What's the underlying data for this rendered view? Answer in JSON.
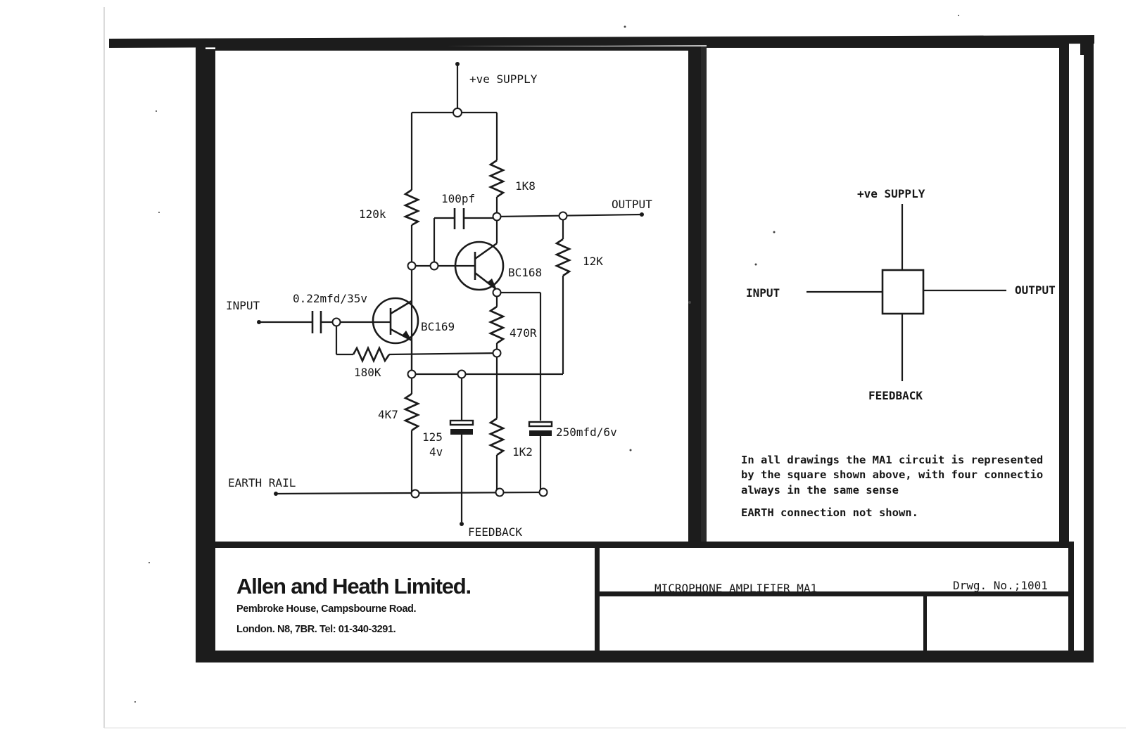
{
  "sheet": {
    "company_name": "Allen and Heath Limited.",
    "address_line1": "Pembroke House, Campsbourne Road.",
    "address_line2": "London. N8, 7BR. Tel: 01-340-3291.",
    "drawing_title": "MICROPHONE AMPLIFIER MA1",
    "drawing_number": "Drwg. No.;1001"
  },
  "schematic": {
    "supply_label": "+ve SUPPLY",
    "output_label": "OUTPUT",
    "input_label": "INPUT",
    "earth_label": "EARTH RAIL",
    "feedback_label": "FEEDBACK",
    "components": {
      "r_120k": "120k",
      "c_100pf": "100pf",
      "r_1k8": "1K8",
      "r_12k": "12K",
      "q_bc168": "BC168",
      "c_input": "0.22mfd/35v",
      "q_bc169": "BC169",
      "r_470r": "470R",
      "r_180k": "180K",
      "r_4k7": "4K7",
      "c_125_a": "125",
      "c_125_b": "4v",
      "r_1k2": "1K2",
      "c_250": "250mfd/6v"
    }
  },
  "symbol": {
    "supply_label": "+ve SUPPLY",
    "input_label": "INPUT",
    "output_label": "OUTPUT",
    "feedback_label": "FEEDBACK",
    "note_line1": "In all drawings the MA1 circuit is represented",
    "note_line2": "by the square shown above, with four connectio",
    "note_line3": "always in the same sense",
    "note_line4": "EARTH connection not shown."
  }
}
